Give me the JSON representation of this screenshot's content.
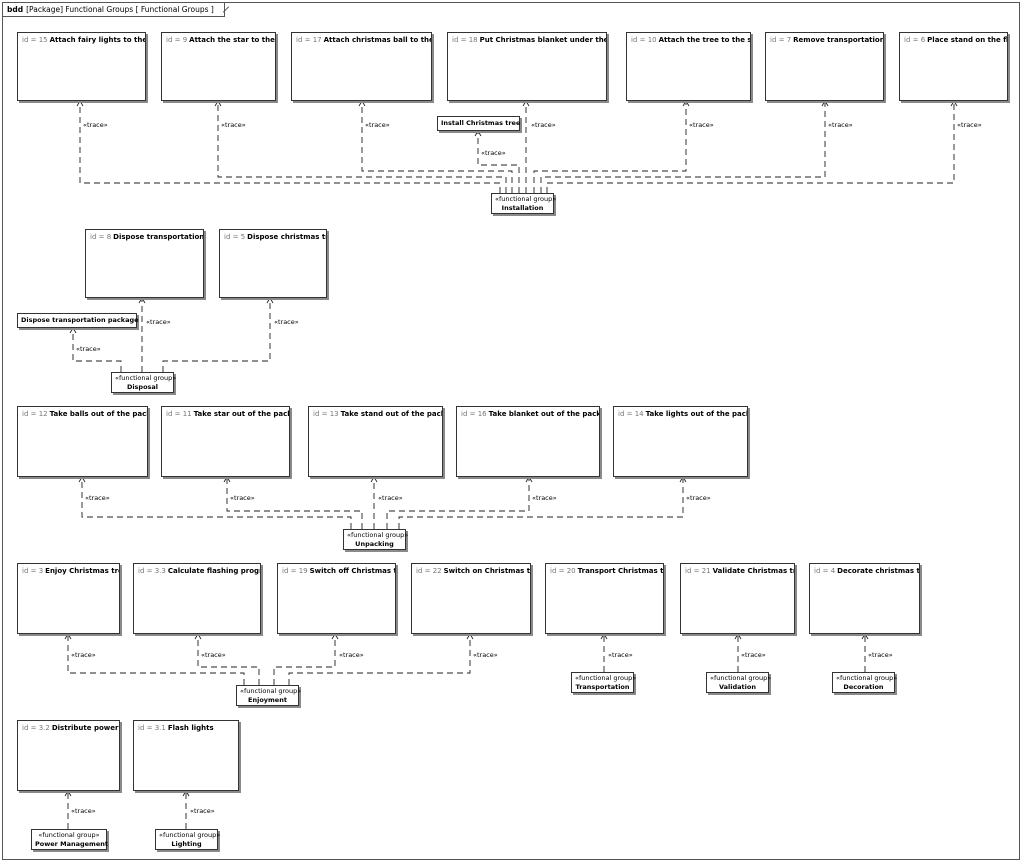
{
  "frame": {
    "kind": "bdd",
    "label": "[Package] Functional Groups [ Functional Groups ]"
  },
  "stereotype": "«functional group»",
  "trace_label": "«trace»",
  "id_prefix": "id = ",
  "functions": {
    "f15": {
      "id": "15",
      "name": "Attach fairy lights to the tree"
    },
    "f9": {
      "id": "9",
      "name": "Attach the star to the tree"
    },
    "f17": {
      "id": "17",
      "name": "Attach christmas ball to the tree"
    },
    "f18": {
      "id": "18",
      "name": "Put Christmas blanket under the tree"
    },
    "f10": {
      "id": "10",
      "name": "Attach the tree to the stand"
    },
    "f7": {
      "id": "7",
      "name": "Remove transportation net"
    },
    "f6": {
      "id": "6",
      "name": "Place stand on the floor"
    },
    "f8": {
      "id": "8",
      "name": "Dispose transportation net"
    },
    "f5": {
      "id": "5",
      "name": "Dispose christmas tree"
    },
    "f12": {
      "id": "12",
      "name": "Take balls out of the package"
    },
    "f11": {
      "id": "11",
      "name": "Take star out of the package"
    },
    "f13": {
      "id": "13",
      "name": "Take stand out of the package"
    },
    "f16": {
      "id": "16",
      "name": "Take blanket out of the package"
    },
    "f14": {
      "id": "14",
      "name": "Take lights out of the package"
    },
    "f3": {
      "id": "3",
      "name": "Enjoy Christmas tree"
    },
    "f33": {
      "id": "3.3",
      "name": "Calculate flashing program"
    },
    "f19": {
      "id": "19",
      "name": "Switch off Christmas tree"
    },
    "f22": {
      "id": "22",
      "name": "Switch on Christmas tree"
    },
    "f20": {
      "id": "20",
      "name": "Transport Christmas tree"
    },
    "f21": {
      "id": "21",
      "name": "Validate Christmas tree"
    },
    "f4": {
      "id": "4",
      "name": "Decorate christmas tree"
    },
    "f32": {
      "id": "3.2",
      "name": "Distribute power"
    },
    "f31": {
      "id": "3.1",
      "name": "Flash lights"
    }
  },
  "external": {
    "install": "Install Christmas tree",
    "dispose_pkg": "Dispose transportation package"
  },
  "groups": {
    "installation": "Installation",
    "disposal": "Disposal",
    "unpacking": "Unpacking",
    "enjoyment": "Enjoyment",
    "transportation": "Transportation",
    "validation": "Validation",
    "decoration": "Decoration",
    "power": "Power Management",
    "lighting": "Lighting"
  }
}
